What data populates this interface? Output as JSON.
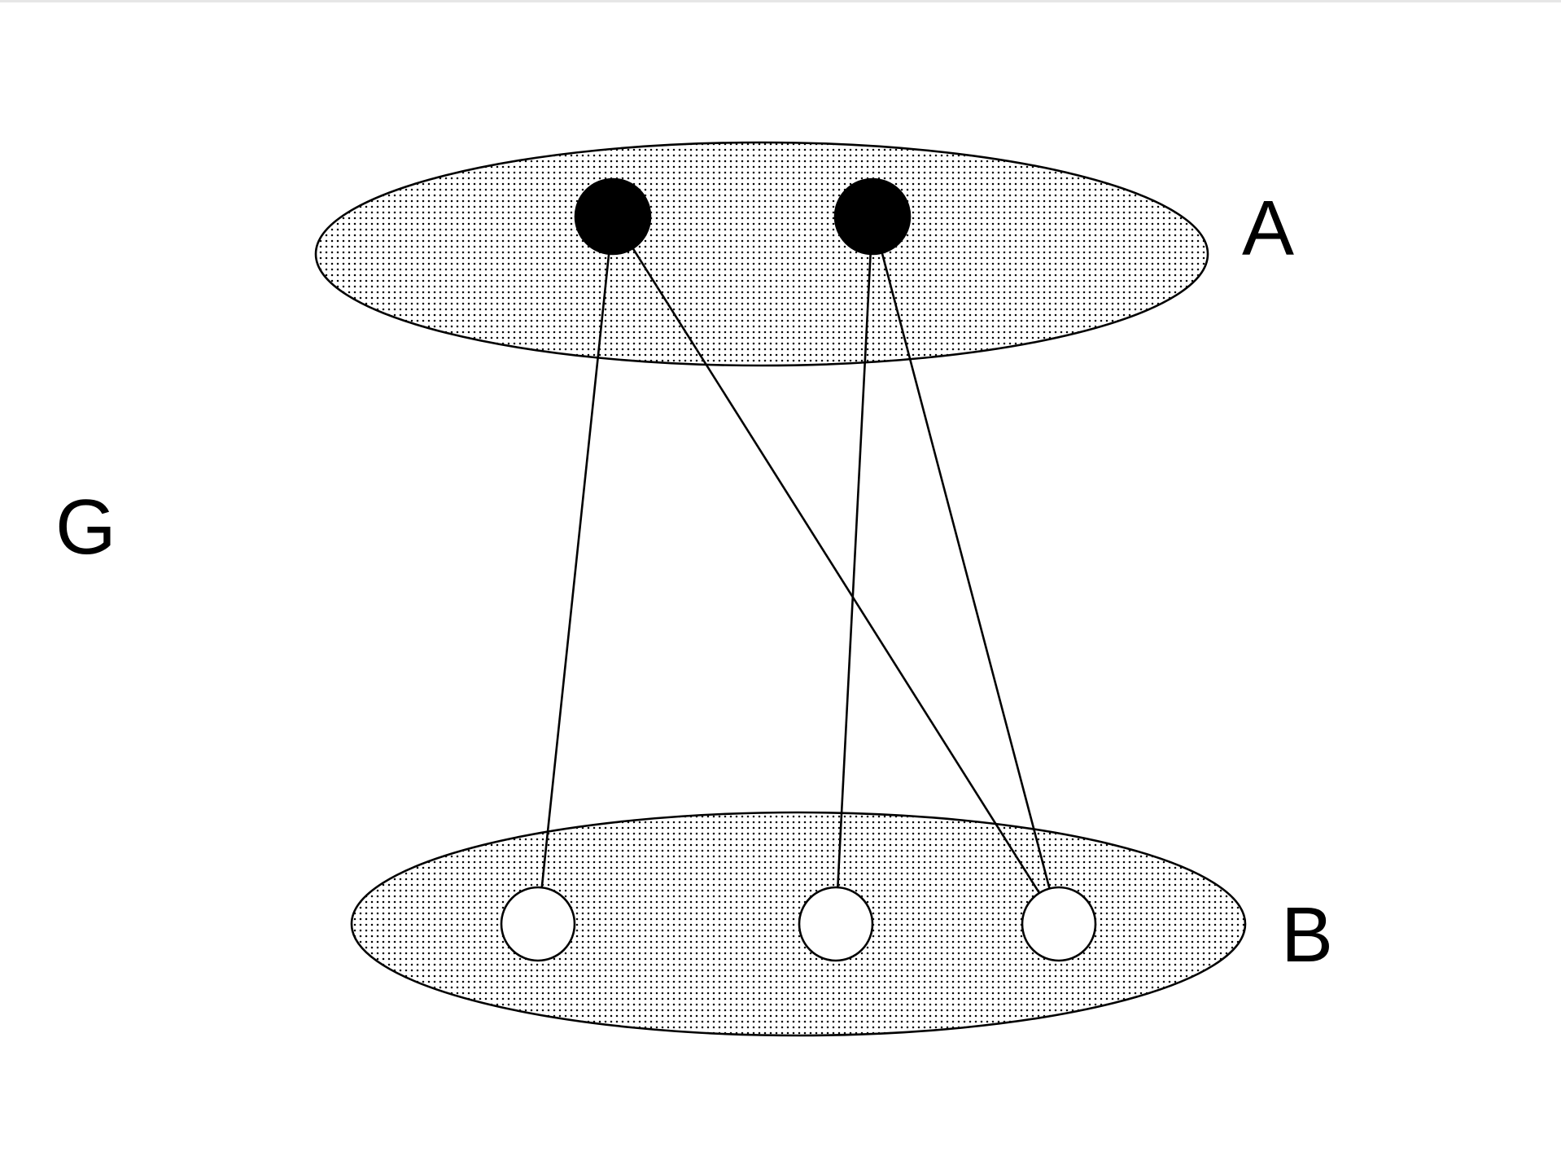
{
  "graph": {
    "label": "G"
  },
  "sets": [
    {
      "id": "A",
      "label": "A"
    },
    {
      "id": "B",
      "label": "B"
    }
  ],
  "nodes": [
    {
      "id": "a1",
      "set": "A",
      "filled": true
    },
    {
      "id": "a2",
      "set": "A",
      "filled": true
    },
    {
      "id": "b1",
      "set": "B",
      "filled": false
    },
    {
      "id": "b2",
      "set": "B",
      "filled": false
    },
    {
      "id": "b3",
      "set": "B",
      "filled": false
    }
  ],
  "edges": [
    {
      "from": "a1",
      "to": "b1"
    },
    {
      "from": "a1",
      "to": "b3"
    },
    {
      "from": "a2",
      "to": "b2"
    },
    {
      "from": "a2",
      "to": "b3"
    }
  ],
  "colors": {
    "stroke": "#000000",
    "filled_node": "#000000",
    "open_node": "#ffffff",
    "set_fill_dots": "#000000"
  }
}
